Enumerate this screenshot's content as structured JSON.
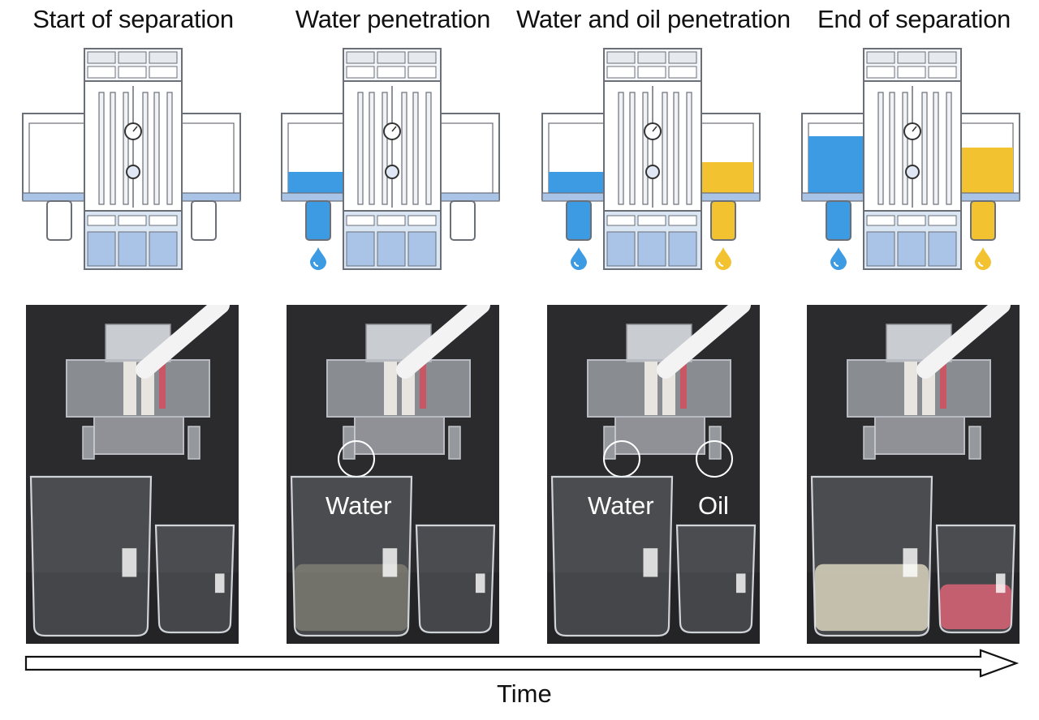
{
  "stages": [
    {
      "title": "Start of separation",
      "left_fill": "none",
      "right_fill": "none",
      "callouts": []
    },
    {
      "title": "Water penetration",
      "left_fill": "water",
      "right_fill": "none",
      "callouts": [
        "Water"
      ]
    },
    {
      "title": "Water and oil penetration",
      "left_fill": "water",
      "right_fill": "oil",
      "callouts": [
        "Water",
        "Oil"
      ]
    },
    {
      "title": "End of separation",
      "left_fill": "water-full",
      "right_fill": "oil-full",
      "callouts": []
    }
  ],
  "axis": {
    "label": "Time"
  },
  "colors": {
    "water": "#3d9be3",
    "oil": "#f2c230",
    "frame": "#6a6f78",
    "frame_fill": "#f4f6f9",
    "base_blue": "#a9c4e6",
    "photo_bg": "#2b2b2e",
    "red_liquid": "#d9485a"
  },
  "icons": [
    "water-drop-icon",
    "oil-drop-icon",
    "arrow-right-icon"
  ]
}
